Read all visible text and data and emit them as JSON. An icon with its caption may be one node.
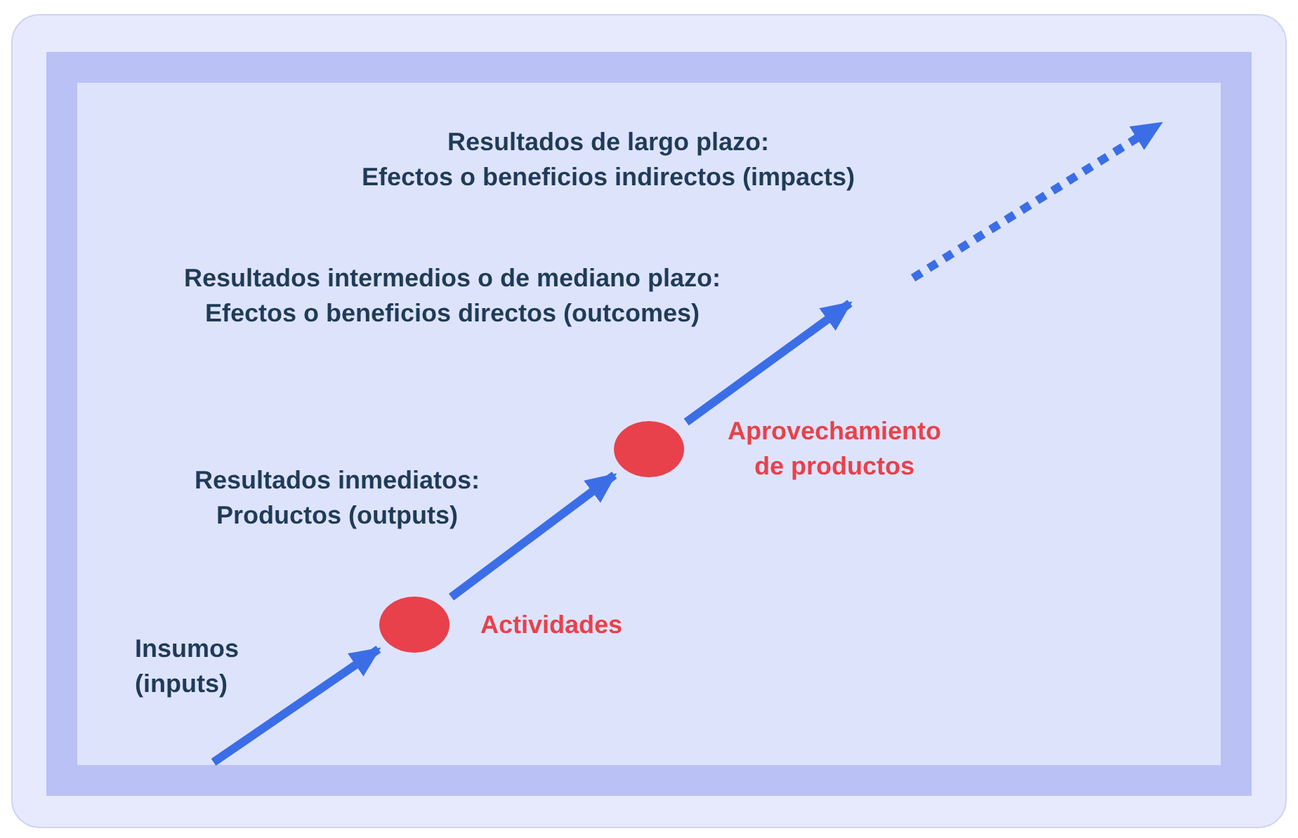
{
  "diagram": {
    "nodes": [
      {
        "text": [],
        "shape": "circle",
        "beside": [
          "Actividades"
        ]
      },
      {
        "text": [],
        "shape": "circle",
        "beside": [
          "Aprovechamiento de productos"
        ]
      }
    ],
    "edges": [
      {
        "from": null,
        "to": 0,
        "arrow": "to"
      },
      {
        "from": 0,
        "to": 1,
        "arrow": "to"
      },
      {
        "from": 1,
        "to": null,
        "arrow": "to"
      }
    ],
    "labels": [
      "Resultados de largo plazo: Efectos o beneficios indirectos (impacts)",
      "Resultados intermedios o de mediano plazo: Efectos o beneficios directos (outcomes)",
      "Resultados inmediatos: Productos (outputs)",
      "Insumos (inputs)"
    ]
  }
}
